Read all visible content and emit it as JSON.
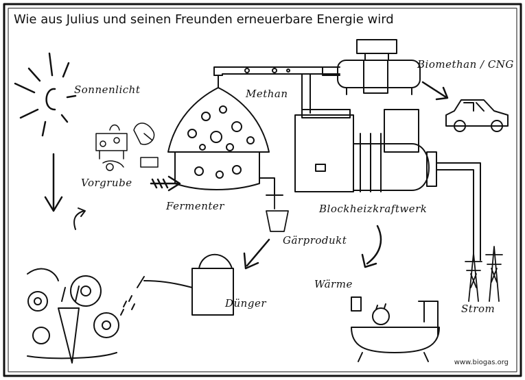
{
  "title": "Wie aus Julius und seinen Freunden erneuerbare Energie wird",
  "labels": {
    "sonnenlicht": "Sonnenlicht",
    "methan": "Methan",
    "biomethan": "Biomethan / CNG",
    "vorgrube": "Vorgrube",
    "fermenter": "Fermenter",
    "bhkw": "Blockheizkraftwerk",
    "gaerprodukt": "Gärprodukt",
    "duenger": "Dünger",
    "waerme": "Wärme",
    "strom": "Strom"
  },
  "credit": "www.biogas.org"
}
